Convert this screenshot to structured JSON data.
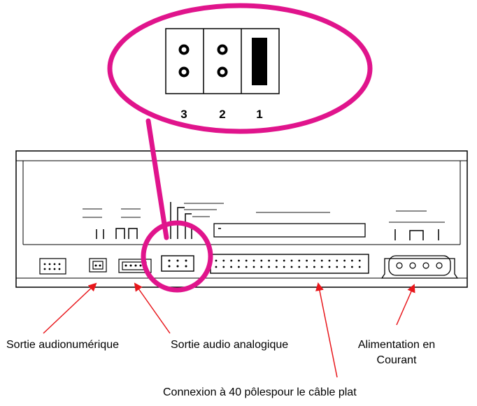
{
  "jumper": {
    "positions": [
      "3",
      "2",
      "1"
    ]
  },
  "labels": {
    "digital_audio": "Sortie audionumérique",
    "analog_audio": "Sortie audio analogique",
    "power_line1": "Alimentation en",
    "power_line2": "Courant",
    "ide_connector": "Connexion à 40 pôlespour le câble plat"
  },
  "colors": {
    "highlight": "#e0148c",
    "arrow": "#e8161b",
    "line": "#000000",
    "gray": "#8a8a8a"
  }
}
